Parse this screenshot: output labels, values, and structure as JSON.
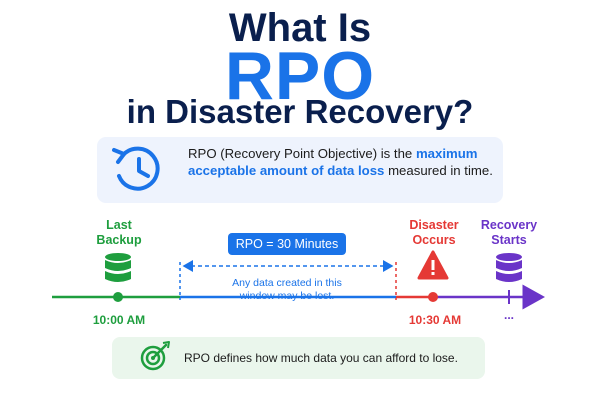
{
  "title": {
    "line1": "What Is",
    "line2": "RPO",
    "line3": "in Disaster Recovery?"
  },
  "definition": {
    "text_before": "RPO (Recovery Point Objective) is the ",
    "highlight": "maximum acceptable amount of data loss",
    "text_after": " measured in time.",
    "icon": "clock-icon"
  },
  "timeline": {
    "backup": {
      "label": "Last Backup",
      "time": "10:00 AM",
      "icon": "database-icon",
      "color": "#1e9e3e"
    },
    "disaster": {
      "label": "Disaster Occurs",
      "time": "10:30 AM",
      "icon": "warning-icon",
      "color": "#e53935"
    },
    "recovery": {
      "label": "Recovery Starts",
      "time": "...",
      "icon": "database-icon",
      "color": "#6a34c8"
    },
    "rpo_badge": "RPO = 30 Minutes",
    "window_note": "Any data created in this window may be lost.",
    "accent_color": "#1a73e8"
  },
  "note": {
    "icon": "target-icon",
    "text": "RPO defines how much data you can afford to lose."
  }
}
